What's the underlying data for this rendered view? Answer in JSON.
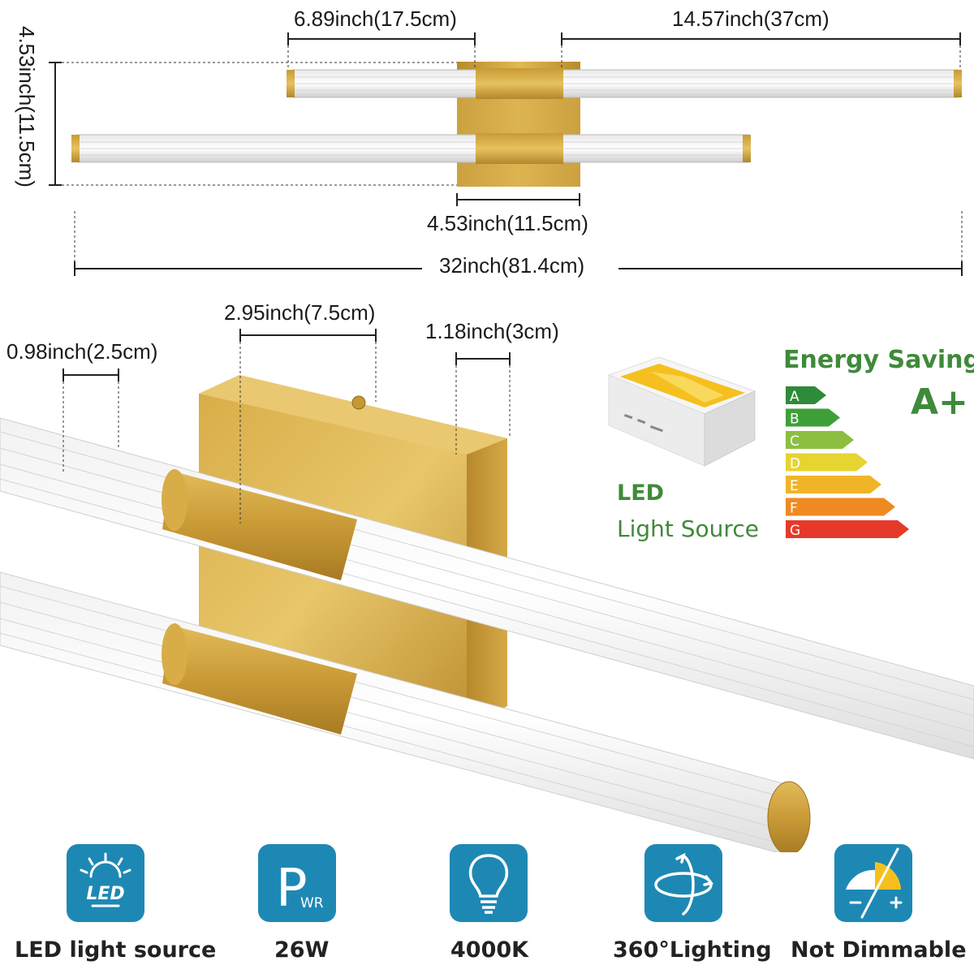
{
  "top_dimensions": {
    "short_arm": "6.89inch(17.5cm)",
    "long_arm": "14.57inch(37cm)",
    "height": "4.53inch(11.5cm)",
    "base_width": "4.53inch(11.5cm)",
    "total_length": "32inch(81.4cm)"
  },
  "detail_dimensions": {
    "tube_diameter": "0.98inch(2.5cm)",
    "plate_width": "2.95inch(7.5cm)",
    "plate_depth": "1.18inch(3cm)"
  },
  "energy": {
    "title": "Energy Saving",
    "rating": "A+",
    "grades": [
      {
        "letter": "A",
        "color": "#2e8b3a"
      },
      {
        "letter": "B",
        "color": "#3fa03a"
      },
      {
        "letter": "C",
        "color": "#8cbf3f"
      },
      {
        "letter": "D",
        "color": "#e6d431"
      },
      {
        "letter": "E",
        "color": "#f0b428"
      },
      {
        "letter": "F",
        "color": "#ef8a22"
      },
      {
        "letter": "G",
        "color": "#e53a2a"
      }
    ]
  },
  "led_source": {
    "title": "LED",
    "subtitle": "Light Source"
  },
  "features": [
    {
      "icon": "led-icon",
      "label": "LED light source"
    },
    {
      "icon": "power-icon",
      "label": "26W"
    },
    {
      "icon": "bulb-icon",
      "label": "4000K"
    },
    {
      "icon": "rotate-360-icon",
      "label": "360°Lighting"
    },
    {
      "icon": "not-dimmable-icon",
      "label": "Not Dimmable"
    }
  ],
  "icon_text": {
    "led_badge": "LED",
    "power_letter": "P",
    "power_sub": "WR"
  },
  "colors": {
    "brass": "#c9a23a",
    "icon_bg": "#1e88b4",
    "energy_green": "#3f8a3a"
  }
}
